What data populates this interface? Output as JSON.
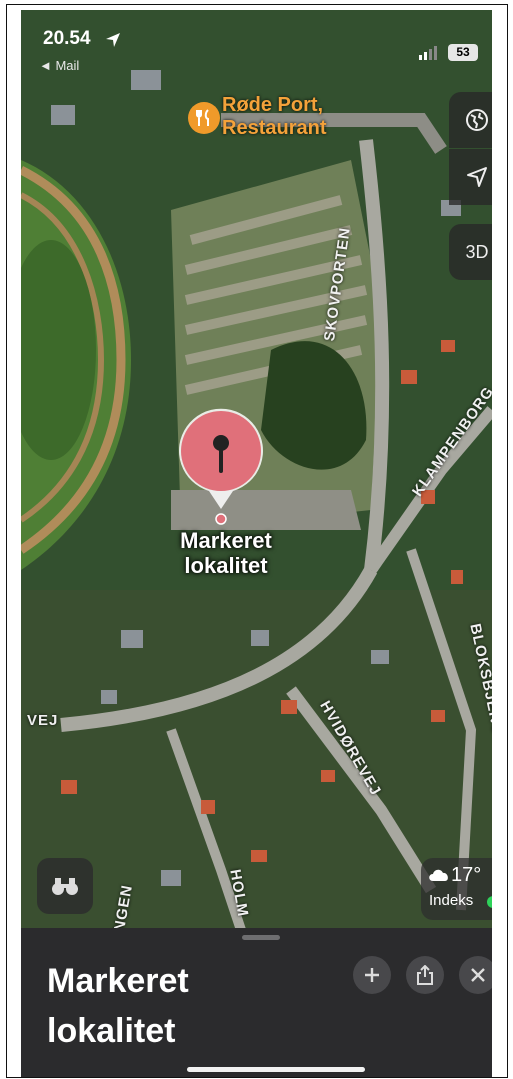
{
  "status_bar": {
    "time": "20.54",
    "back_label": "◄ Mail",
    "battery": "53"
  },
  "map": {
    "poi": {
      "name_line1": "Røde Port,",
      "name_line2": "Restaurant",
      "color": "#f09a2a"
    },
    "pin": {
      "label_line1": "Markeret",
      "label_line2": "lokalitet",
      "color": "#e0707a"
    },
    "streets": [
      "SKOVPORTEN",
      "KLAMPENBORG",
      "BLOKSBJERGET",
      "HVIDØREVEJ",
      "VEJ",
      "HOLM",
      "NGEN"
    ],
    "controls": {
      "three_d": "3D"
    }
  },
  "weather": {
    "temp": "17°",
    "label": "Indeks",
    "status_color": "#2ed25a"
  },
  "sheet": {
    "title_line1": "Markeret",
    "title_line2": "lokalitet"
  }
}
